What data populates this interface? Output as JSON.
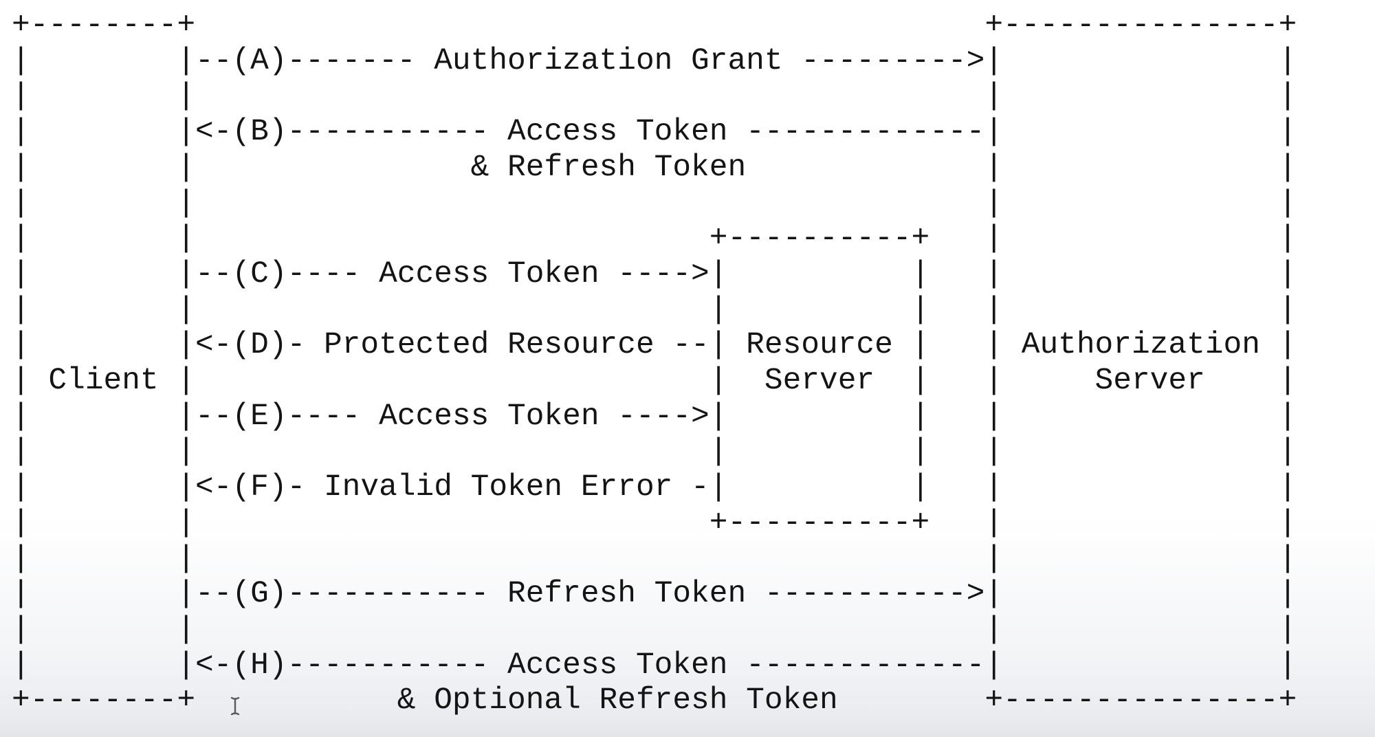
{
  "page": {
    "background_top": "#ffffff",
    "background_bottom": "#e3e5e9",
    "text_color": "#141414"
  },
  "diagram": {
    "type": "ascii-flow-diagram",
    "ascii_lines": [
      "+--------+                                           +---------------+",
      "|        |--(A)------- Authorization Grant --------->|               |",
      "|        |                                           |               |",
      "|        |<-(B)----------- Access Token -------------|               |",
      "|        |               & Refresh Token             |               |",
      "|        |                                           |               |",
      "|        |                            +----------+   |               |",
      "|        |--(C)---- Access Token ---->|          |   |               |",
      "|        |                            |          |   |               |",
      "|        |<-(D)- Protected Resource --| Resource |   | Authorization |",
      "| Client |                            |  Server  |   |     Server    |",
      "|        |--(E)---- Access Token ---->|          |   |               |",
      "|        |                            |          |   |               |",
      "|        |<-(F)- Invalid Token Error -|          |   |               |",
      "|        |                            +----------+   |               |",
      "|        |                                           |               |",
      "|        |--(G)----------- Refresh Token ----------->|               |",
      "|        |                                           |               |",
      "|        |<-(H)----------- Access Token -------------|               |",
      "+--------+           & Optional Refresh Token        +---------------+"
    ],
    "entities": [
      "Client",
      "Resource Server",
      "Authorization Server"
    ],
    "steps": [
      {
        "id": "A",
        "label": "Authorization Grant",
        "from": "Client",
        "to": "Authorization Server"
      },
      {
        "id": "B",
        "label": "Access Token & Refresh Token",
        "from": "Authorization Server",
        "to": "Client"
      },
      {
        "id": "C",
        "label": "Access Token",
        "from": "Client",
        "to": "Resource Server"
      },
      {
        "id": "D",
        "label": "Protected Resource",
        "from": "Resource Server",
        "to": "Client"
      },
      {
        "id": "E",
        "label": "Access Token",
        "from": "Client",
        "to": "Resource Server"
      },
      {
        "id": "F",
        "label": "Invalid Token Error",
        "from": "Resource Server",
        "to": "Client"
      },
      {
        "id": "G",
        "label": "Refresh Token",
        "from": "Client",
        "to": "Authorization Server"
      },
      {
        "id": "H",
        "label": "Access Token & Optional Refresh Token",
        "from": "Authorization Server",
        "to": "Client"
      }
    ]
  },
  "cursor": {
    "type": "text-ibeam",
    "color": "#58595b"
  }
}
